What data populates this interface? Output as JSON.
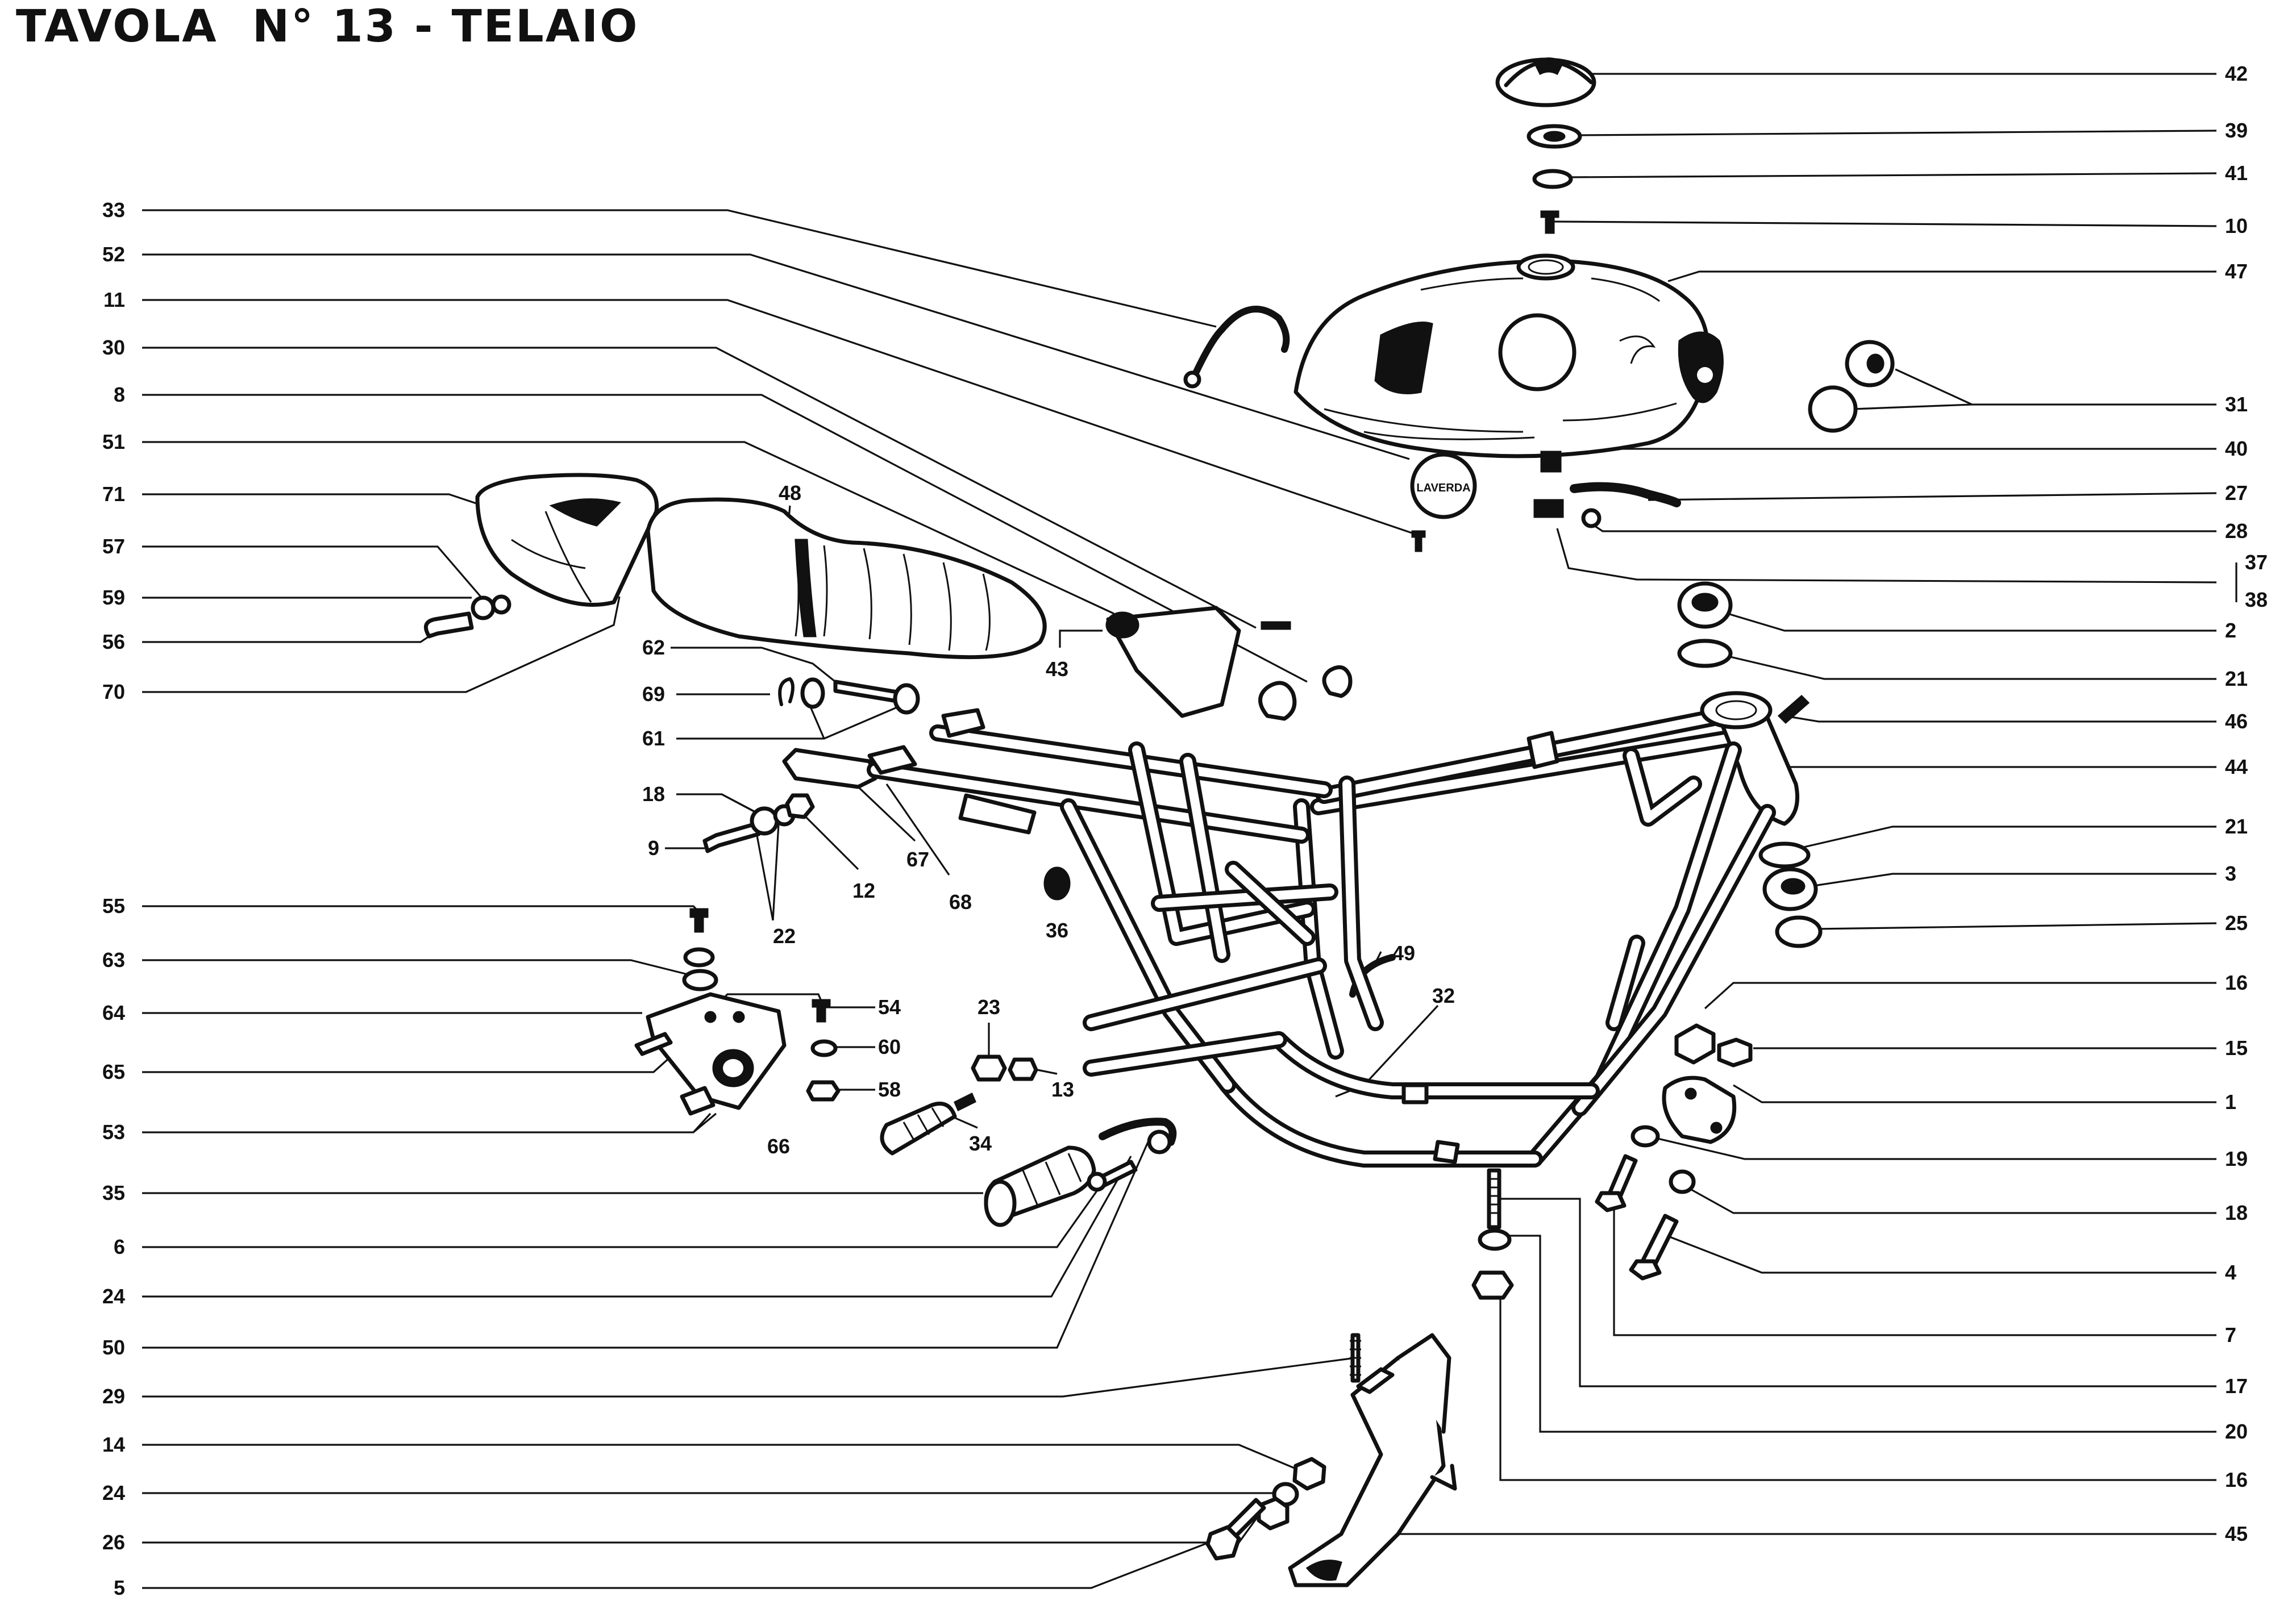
{
  "title": "TAVOLA  N° 13 - TELAIO",
  "labels_left": [
    {
      "text": "33",
      "name": "callout-33"
    },
    {
      "text": "52",
      "name": "callout-52"
    },
    {
      "text": "11",
      "name": "callout-11"
    },
    {
      "text": "30",
      "name": "callout-30"
    },
    {
      "text": "8",
      "name": "callout-8"
    },
    {
      "text": "51",
      "name": "callout-51"
    },
    {
      "text": "71",
      "name": "callout-71"
    },
    {
      "text": "57",
      "name": "callout-57"
    },
    {
      "text": "59",
      "name": "callout-59"
    },
    {
      "text": "56",
      "name": "callout-56"
    },
    {
      "text": "70",
      "name": "callout-70"
    },
    {
      "text": "62",
      "name": "callout-62"
    },
    {
      "text": "69",
      "name": "callout-69"
    },
    {
      "text": "61",
      "name": "callout-61"
    },
    {
      "text": "18",
      "name": "callout-18-left"
    },
    {
      "text": "9",
      "name": "callout-9"
    },
    {
      "text": "55",
      "name": "callout-55"
    },
    {
      "text": "63",
      "name": "callout-63"
    },
    {
      "text": "64",
      "name": "callout-64"
    },
    {
      "text": "65",
      "name": "callout-65"
    },
    {
      "text": "53",
      "name": "callout-53"
    },
    {
      "text": "35",
      "name": "callout-35"
    },
    {
      "text": "6",
      "name": "callout-6"
    },
    {
      "text": "24",
      "name": "callout-24-upper"
    },
    {
      "text": "50",
      "name": "callout-50"
    },
    {
      "text": "29",
      "name": "callout-29"
    },
    {
      "text": "14",
      "name": "callout-14"
    },
    {
      "text": "24",
      "name": "callout-24-lower"
    },
    {
      "text": "26",
      "name": "callout-26"
    },
    {
      "text": "5",
      "name": "callout-5"
    }
  ],
  "labels_right": [
    {
      "text": "42",
      "name": "callout-42"
    },
    {
      "text": "39",
      "name": "callout-39"
    },
    {
      "text": "41",
      "name": "callout-41"
    },
    {
      "text": "10",
      "name": "callout-10"
    },
    {
      "text": "47",
      "name": "callout-47"
    },
    {
      "text": "31",
      "name": "callout-31"
    },
    {
      "text": "40",
      "name": "callout-40"
    },
    {
      "text": "27",
      "name": "callout-27"
    },
    {
      "text": "28",
      "name": "callout-28"
    },
    {
      "text": "37",
      "name": "callout-37"
    },
    {
      "text": "38",
      "name": "callout-38"
    },
    {
      "text": "2",
      "name": "callout-2"
    },
    {
      "text": "21",
      "name": "callout-21-upper"
    },
    {
      "text": "46",
      "name": "callout-46"
    },
    {
      "text": "44",
      "name": "callout-44"
    },
    {
      "text": "21",
      "name": "callout-21-lower"
    },
    {
      "text": "3",
      "name": "callout-3"
    },
    {
      "text": "25",
      "name": "callout-25"
    },
    {
      "text": "16",
      "name": "callout-16-upper"
    },
    {
      "text": "15",
      "name": "callout-15"
    },
    {
      "text": "1",
      "name": "callout-1"
    },
    {
      "text": "19",
      "name": "callout-19"
    },
    {
      "text": "18",
      "name": "callout-18-right"
    },
    {
      "text": "4",
      "name": "callout-4"
    },
    {
      "text": "7",
      "name": "callout-7"
    },
    {
      "text": "17",
      "name": "callout-17"
    },
    {
      "text": "20",
      "name": "callout-20"
    },
    {
      "text": "16",
      "name": "callout-16-lower"
    },
    {
      "text": "45",
      "name": "callout-45"
    }
  ],
  "labels_inline": [
    {
      "text": "48",
      "name": "callout-48"
    },
    {
      "text": "43",
      "name": "callout-43"
    },
    {
      "text": "12",
      "name": "callout-12"
    },
    {
      "text": "22",
      "name": "callout-22"
    },
    {
      "text": "67",
      "name": "callout-67"
    },
    {
      "text": "68",
      "name": "callout-68"
    },
    {
      "text": "36",
      "name": "callout-36"
    },
    {
      "text": "49",
      "name": "callout-49"
    },
    {
      "text": "32",
      "name": "callout-32"
    },
    {
      "text": "54",
      "name": "callout-54"
    },
    {
      "text": "60",
      "name": "callout-60"
    },
    {
      "text": "58",
      "name": "callout-58"
    },
    {
      "text": "66",
      "name": "callout-66"
    },
    {
      "text": "23",
      "name": "callout-23"
    },
    {
      "text": "13",
      "name": "callout-13"
    },
    {
      "text": "34",
      "name": "callout-34"
    }
  ],
  "tank_badge_text": "LAVERDA"
}
